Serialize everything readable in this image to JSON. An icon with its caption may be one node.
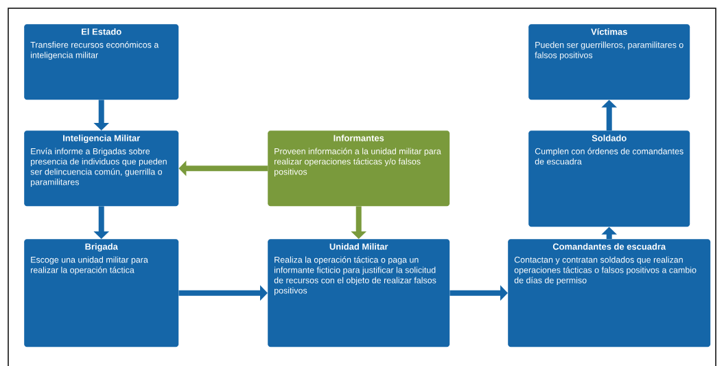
{
  "diagram": {
    "nodes": [
      {
        "text": [
          "El Estado",
          "Transfiere recursos económicos a inteligencia militar"
        ]
      },
      {
        "text": [
          "Inteligencia Militar",
          "Envía informe a Brigadas sobre presencia de individuos que pueden ser delincuencia común, guerrilla o paramilitares"
        ]
      },
      {
        "text": [
          "Informantes",
          "Proveen información a la unidad militar para realizar operaciones tácticas y/o falsos positivos"
        ]
      },
      {
        "text": [
          "Brigada",
          "Escoge una unidad militar para realizar la operación táctica"
        ]
      },
      {
        "text": [
          "Unidad Militar",
          "Realiza la operación táctica o paga un informante ficticio para justificar la solicitud de recursos con el objeto de realizar falsos positivos"
        ]
      },
      {
        "text": [
          "Comandantes de escuadra",
          "Contactan y contratan soldados que realizan operaciones tácticas o falsos positivos a cambio de días de permiso"
        ]
      },
      {
        "text": [
          "Soldado",
          "Cumplen con órdenes de comandantes de escuadra"
        ]
      },
      {
        "text": [
          "Víctimas",
          "Pueden ser guerrilleros, paramilitares o falsos positivos"
        ]
      }
    ],
    "edges": [
      {
        "from": 0,
        "to": 1,
        "arrow": "to"
      },
      {
        "from": 2,
        "to": 1,
        "arrow": "to",
        "color": "#7a9a3c"
      },
      {
        "from": 2,
        "to": 4,
        "arrow": "to",
        "color": "#7a9a3c"
      },
      {
        "from": 1,
        "to": 3,
        "arrow": "to"
      },
      {
        "from": 3,
        "to": 4,
        "arrow": "to"
      },
      {
        "from": 4,
        "to": 5,
        "arrow": "to"
      },
      {
        "from": 5,
        "to": 6,
        "arrow": "to"
      },
      {
        "from": 6,
        "to": 7,
        "arrow": "to"
      }
    ]
  }
}
